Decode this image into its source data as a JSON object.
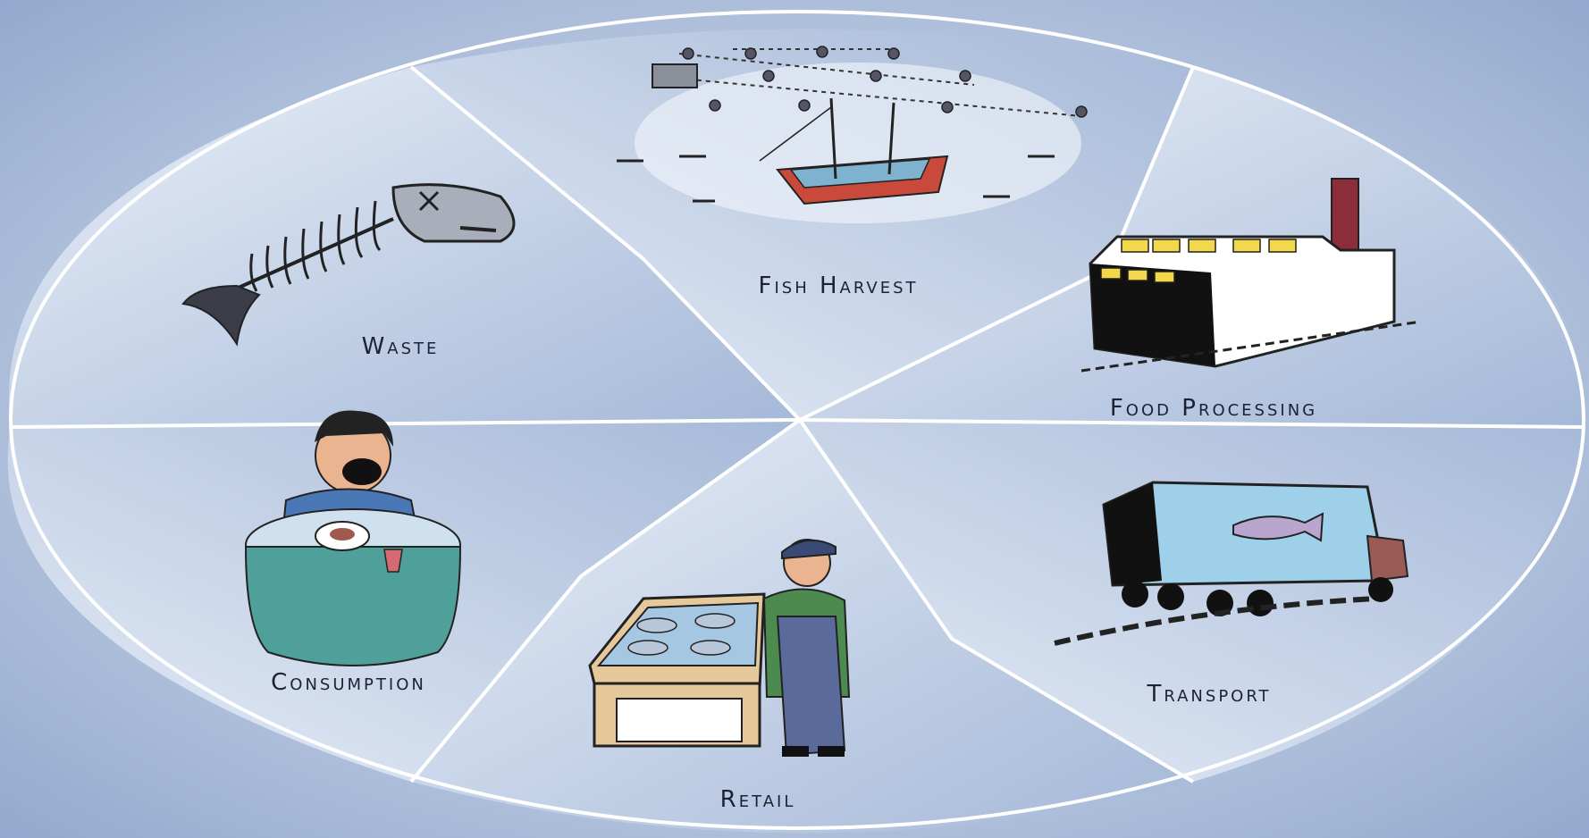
{
  "stages": [
    {
      "id": "fish-harvest",
      "label": "Fish Harvest",
      "icon": "fishing-boat-icon"
    },
    {
      "id": "food-processing",
      "label": "Food Processing",
      "icon": "factory-icon"
    },
    {
      "id": "transport",
      "label": "Transport",
      "icon": "truck-icon"
    },
    {
      "id": "retail",
      "label": "Retail",
      "icon": "fishmonger-icon"
    },
    {
      "id": "consumption",
      "label": "Consumption",
      "icon": "diner-icon"
    },
    {
      "id": "waste",
      "label": "Waste",
      "icon": "fish-skeleton-icon"
    }
  ],
  "colors": {
    "background": "#b9c8e0",
    "divider": "#ffffff",
    "label": "#1c2233",
    "segment_light": "#e4ebf6",
    "segment_dark": "#9fb3d4"
  }
}
